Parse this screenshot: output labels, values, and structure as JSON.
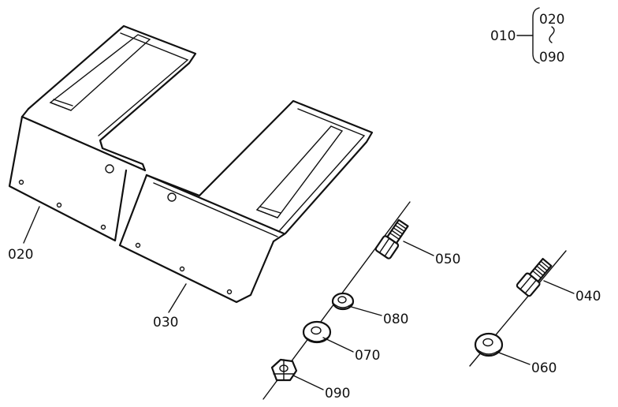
{
  "labels": {
    "assembly": "010",
    "range_start": "020",
    "range_end": "090",
    "cover_left": "020",
    "cover_right": "030",
    "bolt_long": "040",
    "bolt_short": "050",
    "washer_plain": "060",
    "washer_flat": "070",
    "washer_spring": "080",
    "nut": "090"
  },
  "colors": {
    "line": "#111111",
    "background": "#ffffff"
  }
}
